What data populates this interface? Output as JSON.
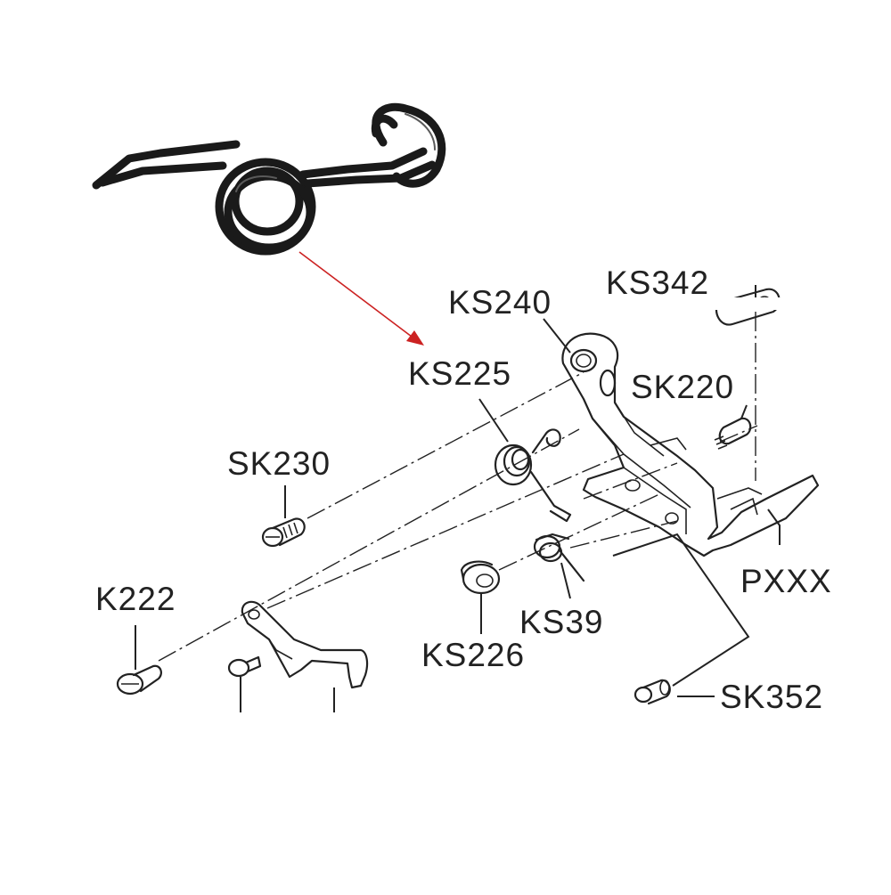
{
  "callout_color": "#cc2222",
  "line_color": "#222222",
  "labels": {
    "ks240": "KS240",
    "ks342": "KS342",
    "ks225": "KS225",
    "sk220": "SK220",
    "sk230": "SK230",
    "pxxx": "PXXX",
    "k222": "K222",
    "ks39": "KS39",
    "ks226": "KS226",
    "sk352": "SK352"
  }
}
